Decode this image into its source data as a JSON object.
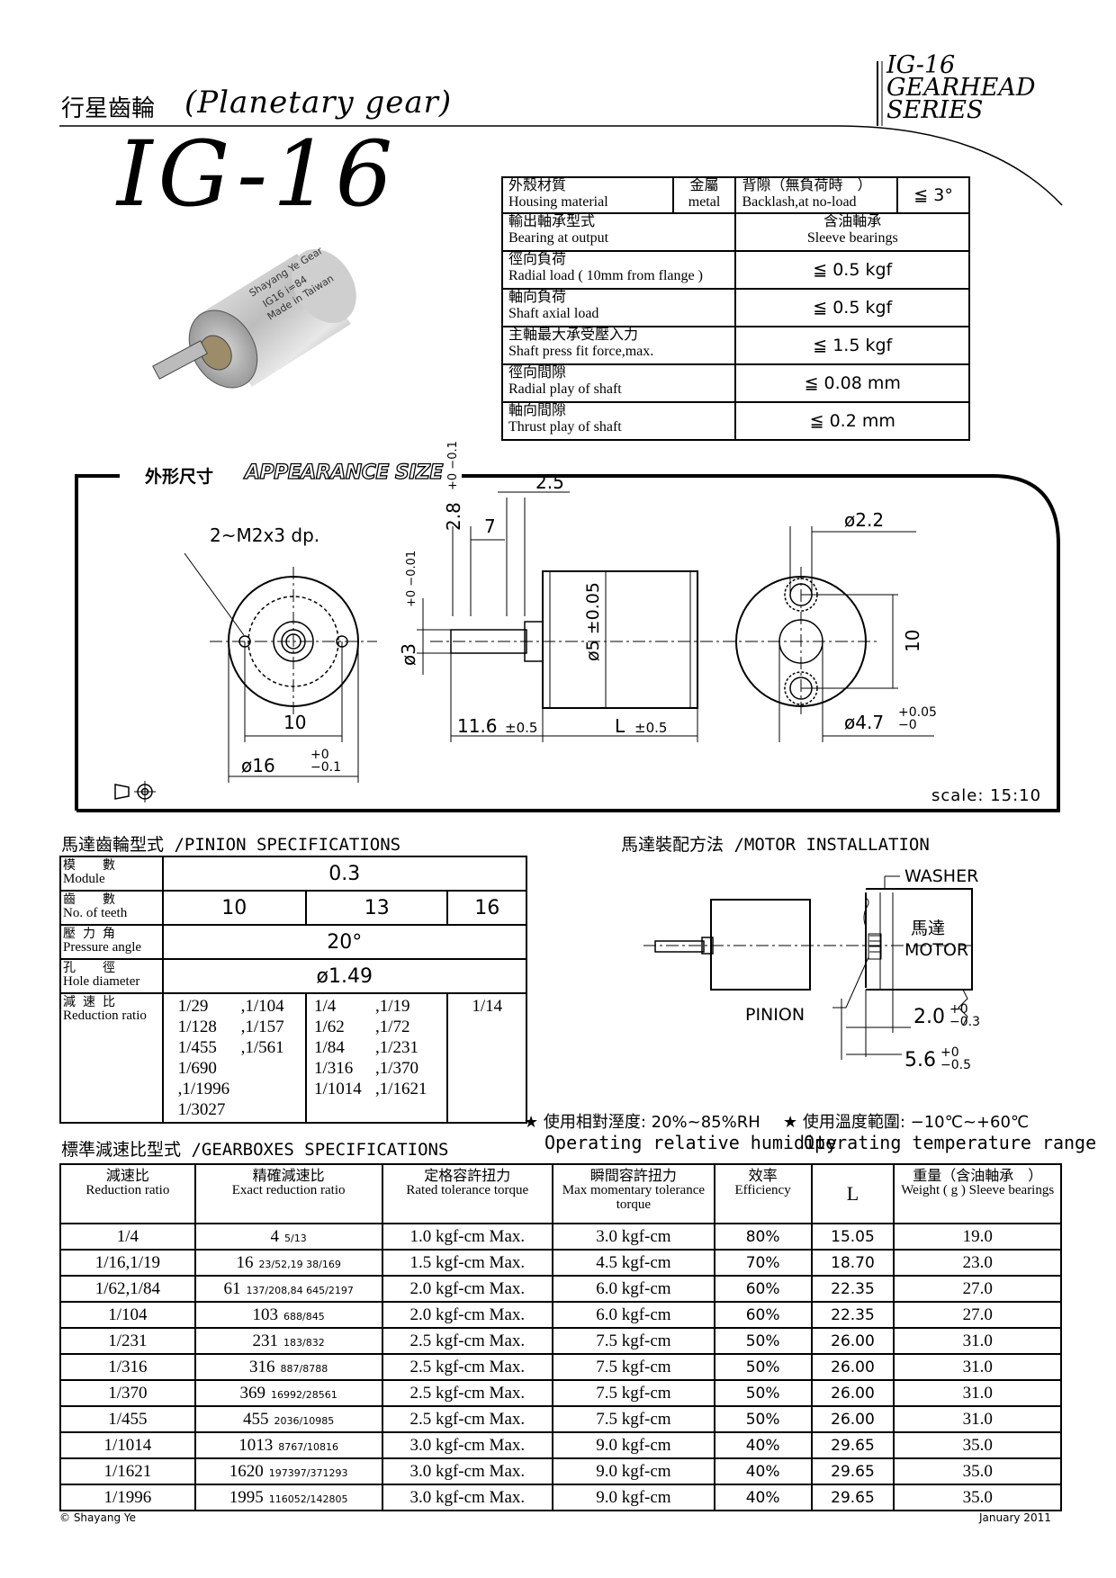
{
  "header": {
    "title_cn": "行星齒輪",
    "title_en": "(Planetary gear)",
    "model": "IG-16",
    "series_lines": [
      "IG-16",
      "GEARHEAD",
      "SERIES"
    ]
  },
  "product_photo": {
    "label_lines": [
      "Shayang Ye Gear",
      "IG16 i=84",
      "Made in Taiwan"
    ]
  },
  "spec_table": {
    "housing": {
      "cn": "外殼材質",
      "en": "Housing material",
      "value_cn": "金屬",
      "value_en": "metal"
    },
    "backlash": {
      "cn": "背隙（無負荷時　）",
      "en": "Backlash,at no-load",
      "value": "≦ 3°"
    },
    "rows": [
      {
        "cn": "輸出軸承型式",
        "en": "Bearing at output",
        "value_cn": "含油軸承",
        "value": "Sleeve bearings"
      },
      {
        "cn": "徑向負荷",
        "en": "Radial load ( 10mm from flange )",
        "value": "≦ 0.5  kgf"
      },
      {
        "cn": "軸向負荷",
        "en": "Shaft axial load",
        "value": "≦ 0.5  kgf"
      },
      {
        "cn": "主軸最大承受壓入力",
        "en": "Shaft press fit force,max.",
        "value": "≦ 1.5  kgf"
      },
      {
        "cn": "徑向間隙",
        "en": "Radial play of shaft",
        "value": "≦ 0.08  mm"
      },
      {
        "cn": "軸向間隙",
        "en": "Thrust play of shaft",
        "value": "≦ 0.2  mm"
      }
    ]
  },
  "appearance": {
    "title_cn": "外形尺寸",
    "title_en": "APPEARANCE SIZE",
    "dims": {
      "holes": "2~M2x3 dp.",
      "d10": "10",
      "d16": "ø16",
      "d16_tol_top": "+0",
      "d16_tol_bot": "−0.1",
      "d28": "2.8",
      "d28_tol": "+0 −0.1",
      "d25": "2.5",
      "d7": "7",
      "d3": "ø3",
      "d3_tol": "+0 −0.01",
      "d5": "ø5 ±0.05",
      "d116": "11.6",
      "d116_tol": "±0.5",
      "dL": "L",
      "dL_tol": "±0.5",
      "d22": "ø2.2",
      "d10r": "10",
      "d47": "ø4.7",
      "d47_tol_top": "+0.05",
      "d47_tol_bot": "−0"
    },
    "scale": "scale:  15:10"
  },
  "pinion": {
    "title": "馬達齒輪型式 /PINION SPECIFICATIONS",
    "rows": [
      {
        "cn": "模　數",
        "en": "Module",
        "values": [
          "0.3"
        ]
      },
      {
        "cn": "齒　數",
        "en": "No. of teeth",
        "values": [
          "10",
          "13",
          "16"
        ]
      },
      {
        "cn": "壓力角",
        "en": "Pressure angle",
        "values": [
          "20°"
        ]
      },
      {
        "cn": "孔　徑",
        "en": "Hole diameter",
        "values": [
          "ø1.49"
        ]
      }
    ],
    "ratio_label_cn": "減速比",
    "ratio_label_en": "Reduction ratio",
    "ratio_cols": [
      [
        "1/29",
        ",1/104",
        "1/128",
        ",1/157",
        "1/455",
        ",1/561",
        "1/690",
        ",1/1996",
        "1/3027",
        ""
      ],
      [
        "1/4",
        ",1/19",
        "1/62",
        ",1/72",
        "1/84",
        ",1/231",
        "1/316",
        ",1/370",
        "1/1014",
        ",1/1621"
      ],
      [
        "1/14"
      ]
    ]
  },
  "motor_install": {
    "title": "馬達裝配方法 /MOTOR INSTALLATION",
    "washer": "WASHER",
    "motor_cn": "馬達",
    "motor_en": "MOTOR",
    "pinion": "PINION",
    "d20": "2.0",
    "d20_tol_top": "+0",
    "d20_tol_bot": "−0.3",
    "d56": "5.6",
    "d56_tol_top": "+0",
    "d56_tol_bot": "−0.5"
  },
  "environment": {
    "humidity_cn": "使用相對溼度: 20%~85%RH",
    "humidity_en": "Operating relative humidity",
    "temp_cn": "使用溫度範圍: −10℃~+60℃",
    "temp_en": "Operating temperature range"
  },
  "gearbox": {
    "title": "標準減速比型式 /GEARBOXES SPECIFICATIONS",
    "headers": [
      {
        "cn": "減速比",
        "en": "Reduction ratio"
      },
      {
        "cn": "精確減速比",
        "en": "Exact reduction ratio"
      },
      {
        "cn": "定格容許扭力",
        "en": "Rated tolerance torque"
      },
      {
        "cn": "瞬間容許扭力",
        "en": "Max momentary tolerance torque"
      },
      {
        "cn": "效率",
        "en": "Efficiency"
      },
      {
        "cn": "",
        "en": "L"
      },
      {
        "cn": "重量（含油軸承　）",
        "en": "Weight ( g ) Sleeve bearings"
      }
    ],
    "rows": [
      {
        "ratio": "1/4",
        "exact": "4",
        "exact_sub": "5/13",
        "rated": "1.0  kgf-cm  Max.",
        "max": "3.0  kgf-cm",
        "eff": "80%",
        "L": "15.05",
        "weight": "19.0"
      },
      {
        "ratio": "1/16,1/19",
        "exact": "16",
        "exact_sub": "23/52,19 38/169",
        "rated": "1.5  kgf-cm  Max.",
        "max": "4.5  kgf-cm",
        "eff": "70%",
        "L": "18.70",
        "weight": "23.0"
      },
      {
        "ratio": "1/62,1/84",
        "exact": "61",
        "exact_sub": "137/208,84 645/2197",
        "rated": "2.0  kgf-cm  Max.",
        "max": "6.0  kgf-cm",
        "eff": "60%",
        "L": "22.35",
        "weight": "27.0"
      },
      {
        "ratio": "1/104",
        "exact": "103",
        "exact_sub": "688/845",
        "rated": "2.0  kgf-cm  Max.",
        "max": "6.0  kgf-cm",
        "eff": "60%",
        "L": "22.35",
        "weight": "27.0"
      },
      {
        "ratio": "1/231",
        "exact": "231",
        "exact_sub": "183/832",
        "rated": "2.5  kgf-cm  Max.",
        "max": "7.5  kgf-cm",
        "eff": "50%",
        "L": "26.00",
        "weight": "31.0"
      },
      {
        "ratio": "1/316",
        "exact": "316",
        "exact_sub": "887/8788",
        "rated": "2.5  kgf-cm  Max.",
        "max": "7.5  kgf-cm",
        "eff": "50%",
        "L": "26.00",
        "weight": "31.0"
      },
      {
        "ratio": "1/370",
        "exact": "369",
        "exact_sub": "16992/28561",
        "rated": "2.5  kgf-cm  Max.",
        "max": "7.5  kgf-cm",
        "eff": "50%",
        "L": "26.00",
        "weight": "31.0"
      },
      {
        "ratio": "1/455",
        "exact": "455",
        "exact_sub": "2036/10985",
        "rated": "2.5  kgf-cm  Max.",
        "max": "7.5  kgf-cm",
        "eff": "50%",
        "L": "26.00",
        "weight": "31.0"
      },
      {
        "ratio": "1/1014",
        "exact": "1013",
        "exact_sub": "8767/10816",
        "rated": "3.0  kgf-cm  Max.",
        "max": "9.0  kgf-cm",
        "eff": "40%",
        "L": "29.65",
        "weight": "35.0"
      },
      {
        "ratio": "1/1621",
        "exact": "1620",
        "exact_sub": "197397/371293",
        "rated": "3.0  kgf-cm  Max.",
        "max": "9.0  kgf-cm",
        "eff": "40%",
        "L": "29.65",
        "weight": "35.0"
      },
      {
        "ratio": "1/1996",
        "exact": "1995",
        "exact_sub": "116052/142805",
        "rated": "3.0  kgf-cm  Max.",
        "max": "9.0  kgf-cm",
        "eff": "40%",
        "L": "29.65",
        "weight": "35.0"
      }
    ]
  },
  "footer": {
    "copyright": "© Shayang  Ye",
    "date": "January  2011"
  }
}
